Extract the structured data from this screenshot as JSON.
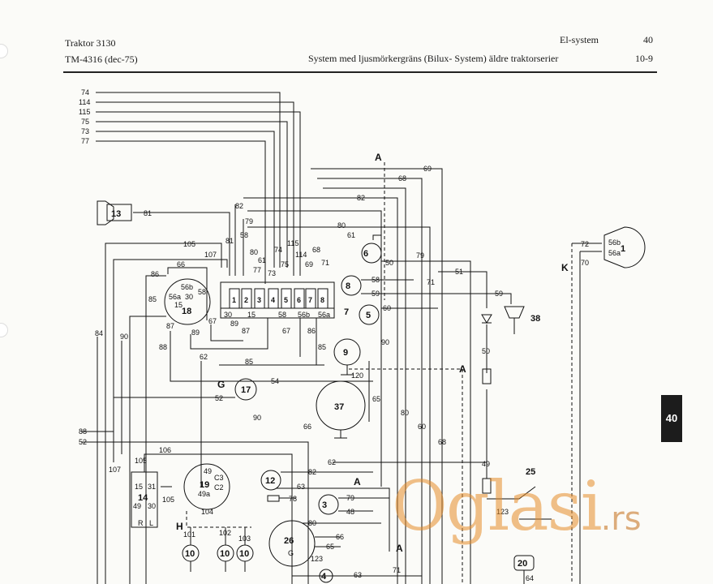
{
  "header": {
    "left_line1": "Traktor 3130",
    "left_line2": "TM-4316 (dec-75)",
    "right_title": "El-system",
    "right_page": "40",
    "right_subtitle": "System med ljusmörkergräns (Bilux- System) äldre traktorserier",
    "right_section": "10-9"
  },
  "side_tab": "40",
  "watermark": {
    "brand": "Oglasi",
    "suffix": ".rs"
  },
  "left_wire_labels": [
    "74",
    "114",
    "115",
    "75",
    "73",
    "77"
  ],
  "fuse_box": {
    "fuses": [
      "1",
      "2",
      "3",
      "4",
      "5",
      "6",
      "7",
      "8"
    ],
    "terminals": [
      "30",
      "15",
      "58",
      "56b",
      "56a"
    ],
    "id": "7"
  },
  "components": {
    "c1": "1",
    "c3": "3",
    "c4": "4",
    "c5": "5",
    "c6": "6",
    "c8": "8",
    "c9": "9",
    "c10": "10",
    "c12": "12",
    "c13": "13",
    "c14": "14",
    "c17": "17",
    "c18": "18",
    "c19": "19",
    "c20": "20",
    "c25": "25",
    "c26": "26",
    "c37": "37",
    "c38": "38",
    "c123": "123"
  },
  "marks": {
    "A": "A",
    "G": "G",
    "H": "H",
    "K": "K"
  },
  "terminals": {
    "t56b": "56b",
    "t56a": "56a",
    "t58": "58",
    "t30": "30",
    "t15": "15",
    "t49": "49",
    "t49a": "49a",
    "t31": "31",
    "tC3": "C3",
    "tC2": "C2",
    "tR": "R",
    "tL": "L",
    "tG": "G"
  },
  "wire_labels": {
    "w69": "69",
    "w68": "68",
    "w82": "82",
    "w81": "81",
    "w58": "58",
    "w79": "79",
    "w80": "80",
    "w61": "61",
    "w105": "105",
    "w107": "107",
    "w66": "66",
    "w86": "86",
    "w85": "85",
    "w84": "84",
    "w90": "90",
    "w87": "87",
    "w89": "89",
    "w67": "67",
    "w88": "88",
    "w62": "62",
    "w50": "50",
    "w59": "59",
    "w60": "60",
    "w71": "71",
    "w51": "51",
    "w72": "72",
    "w70": "70",
    "w120": "120",
    "w65": "65",
    "w54": "54",
    "w52": "52",
    "w106": "106",
    "w104": "104",
    "w101": "101",
    "w102": "102",
    "w103": "103",
    "w63": "63",
    "w78": "78",
    "w48": "48",
    "w123": "123",
    "w64": "64",
    "w74": "74",
    "w115": "115",
    "w114": "114",
    "w73": "73",
    "w75": "75",
    "w77": "77",
    "w49": "49"
  }
}
